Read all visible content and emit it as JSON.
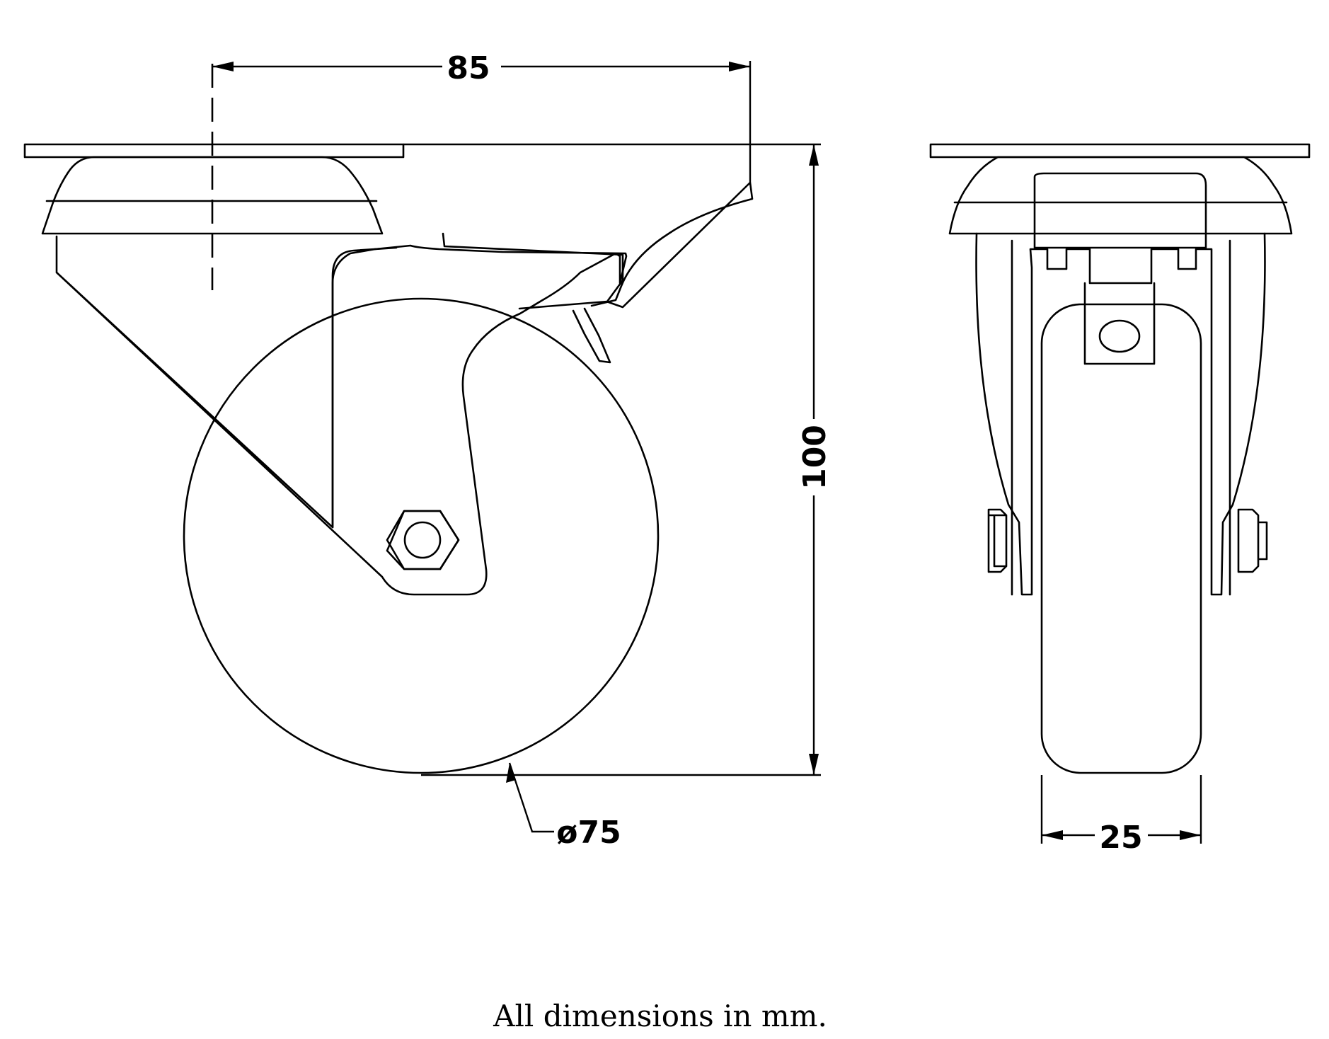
{
  "dimensions": {
    "width": "85",
    "height": "100",
    "wheel_diameter": "ø75",
    "wheel_width": "25"
  },
  "caption": "All dimensions in mm."
}
